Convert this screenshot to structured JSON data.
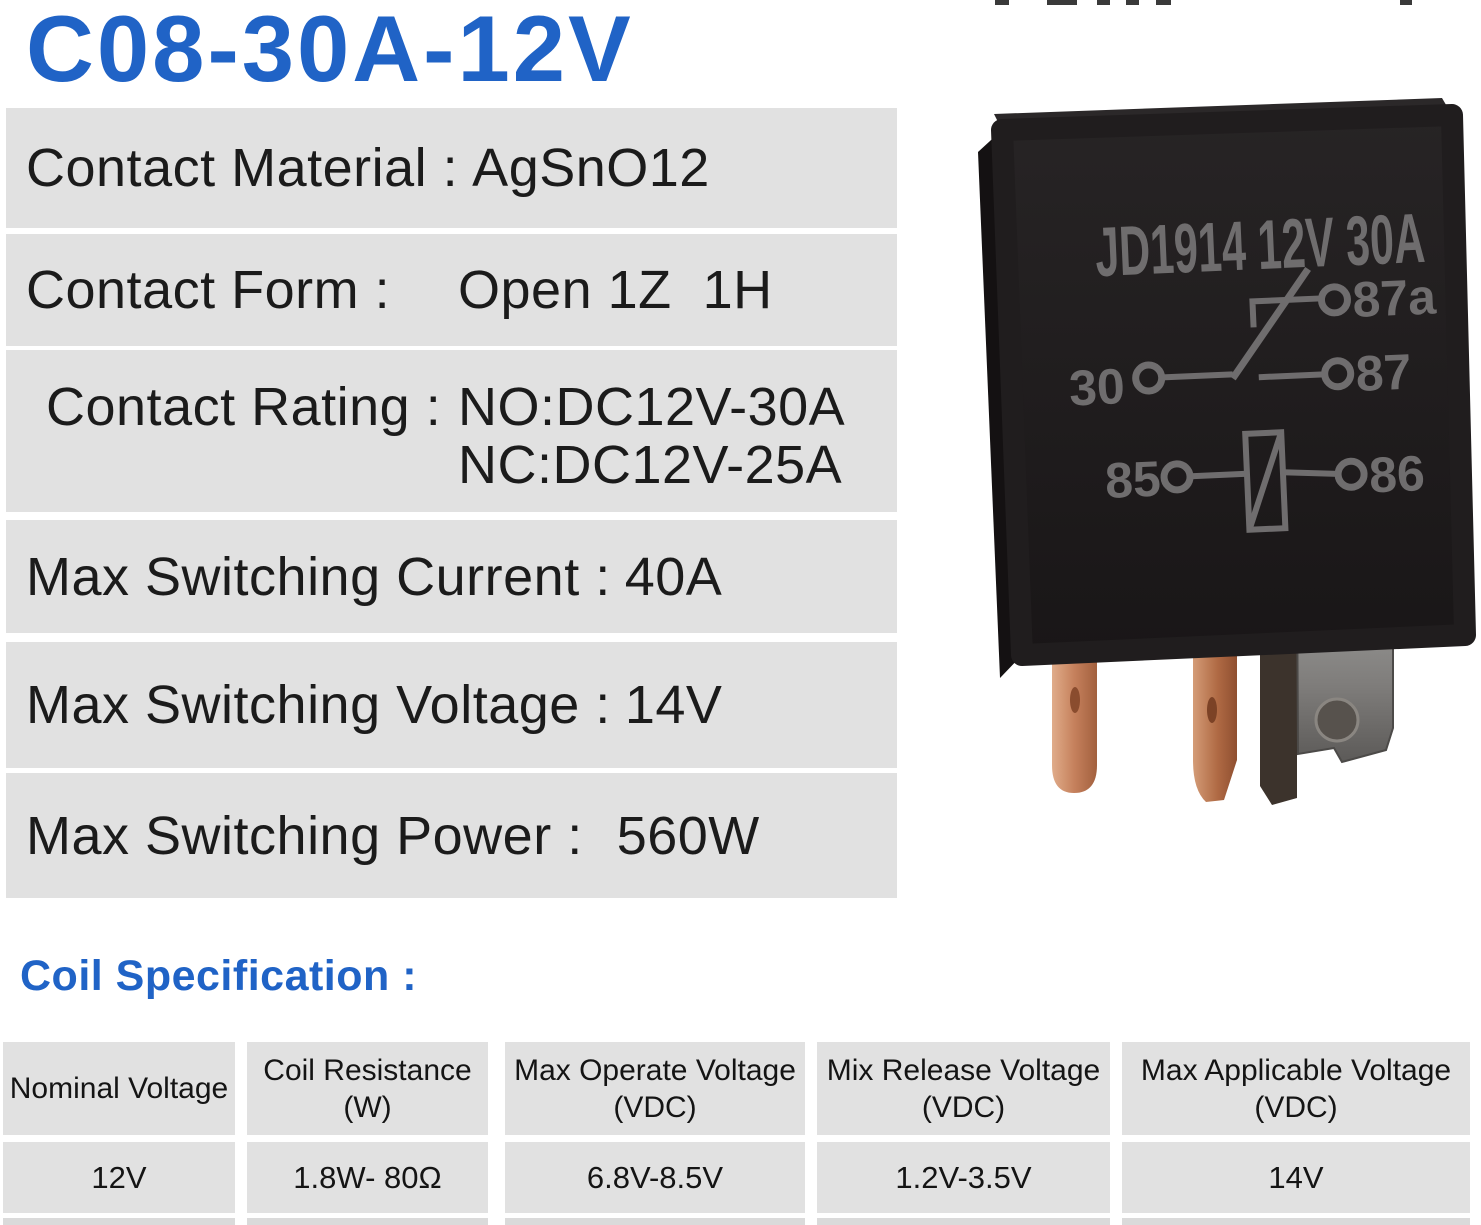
{
  "title": "C08-30A-12V",
  "specs": [
    {
      "label": "Contact Material :",
      "value": "AgSnO12"
    },
    {
      "label": "Contact Form :",
      "value": "Open 1Z  1H"
    },
    {
      "label": "Contact Rating :",
      "value": "NO:DC12V-30A",
      "value2": "NC:DC12V-25A"
    },
    {
      "label": "Max Switching Current :",
      "value": "40A"
    },
    {
      "label": "Max Switching Voltage :",
      "value": "14V"
    },
    {
      "label": "Max Switching Power :",
      "value": "560W"
    }
  ],
  "relay": {
    "print": "JD1914 12V 30A",
    "pin_labels": {
      "p30": "30",
      "p87a": "87a",
      "p87": "87",
      "p85": "85",
      "p86": "86"
    }
  },
  "coil": {
    "heading": "Coil Specification :"
  },
  "table": {
    "headers": [
      {
        "l1": "Nominal Voltage",
        "l2": ""
      },
      {
        "l1": "Coil Resistance",
        "l2": "(W)"
      },
      {
        "l1": "Max Operate Voltage",
        "l2": "(VDC)"
      },
      {
        "l1": "Mix Release Voltage",
        "l2": "(VDC)"
      },
      {
        "l1": "Max Applicable Voltage",
        "l2": "(VDC)"
      }
    ],
    "values": [
      "12V",
      "1.8W- 80Ω",
      "6.8V-8.5V",
      "1.2V-3.5V",
      "14V"
    ]
  },
  "colors": {
    "accent_blue": "#2063c6",
    "row_gray": "#e1e1e1",
    "text_dark": "#1b1b1b",
    "relay_print_gray": "#6f6d6e"
  }
}
